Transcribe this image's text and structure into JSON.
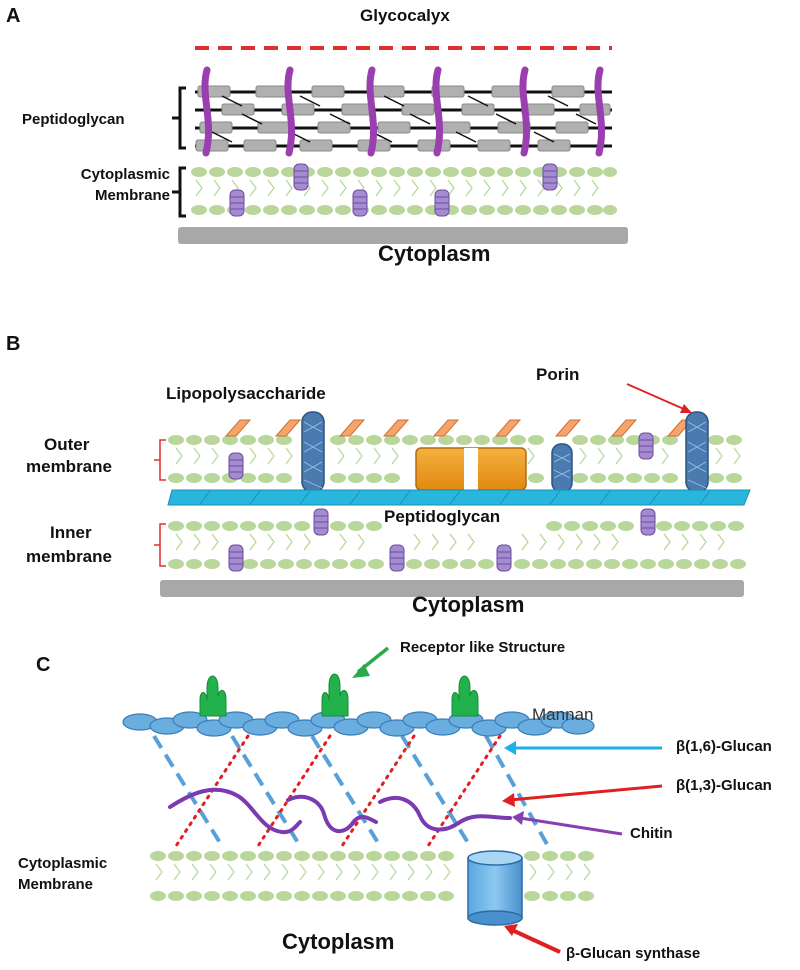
{
  "panel_a": {
    "letter": "A",
    "glycocalyx": "Glycocalyx",
    "peptidoglycan": "Peptidoglycan",
    "membrane_line1": "Cytoplasmic",
    "membrane_line2": "Membrane",
    "cytoplasm": "Cytoplasm"
  },
  "panel_b": {
    "letter": "B",
    "lps": "Lipopolysaccharide",
    "porin": "Porin",
    "outer_line1": "Outer",
    "outer_line2": "membrane",
    "peptidoglycan": "Peptidoglycan",
    "inner_line1": "Inner",
    "inner_line2": "membrane",
    "cytoplasm": "Cytoplasm"
  },
  "panel_c": {
    "letter": "C",
    "receptor": "Receptor like Structure",
    "mannan": "Mannan",
    "glucan16": "β(1,6)-Glucan",
    "glucan13": "β(1,3)-Glucan",
    "chitin": "Chitin",
    "membrane_line1": "Cytoplasmic",
    "membrane_line2": "Membrane",
    "cytoplasm": "Cytoplasm",
    "synthase": "β-Glucan synthase"
  },
  "colors": {
    "lipid": "#b9d79a",
    "protein": "#a58bd0",
    "glycocalyx": "#e03030",
    "gray": "#a8a8a8",
    "porin": "#4a7ab0",
    "pg_blue": "#29b6dd",
    "lps": "#f4a46c",
    "mannan": "#6aaee0",
    "receptor": "#22b24c",
    "arrow_red": "#e02020",
    "arrow_cyan": "#1ab0e8",
    "arrow_green": "#2aaa4a",
    "arrow_purple": "#8a3fb0",
    "glucan16_line": "#5aa0d8",
    "chitin": "#7a3ab0"
  }
}
